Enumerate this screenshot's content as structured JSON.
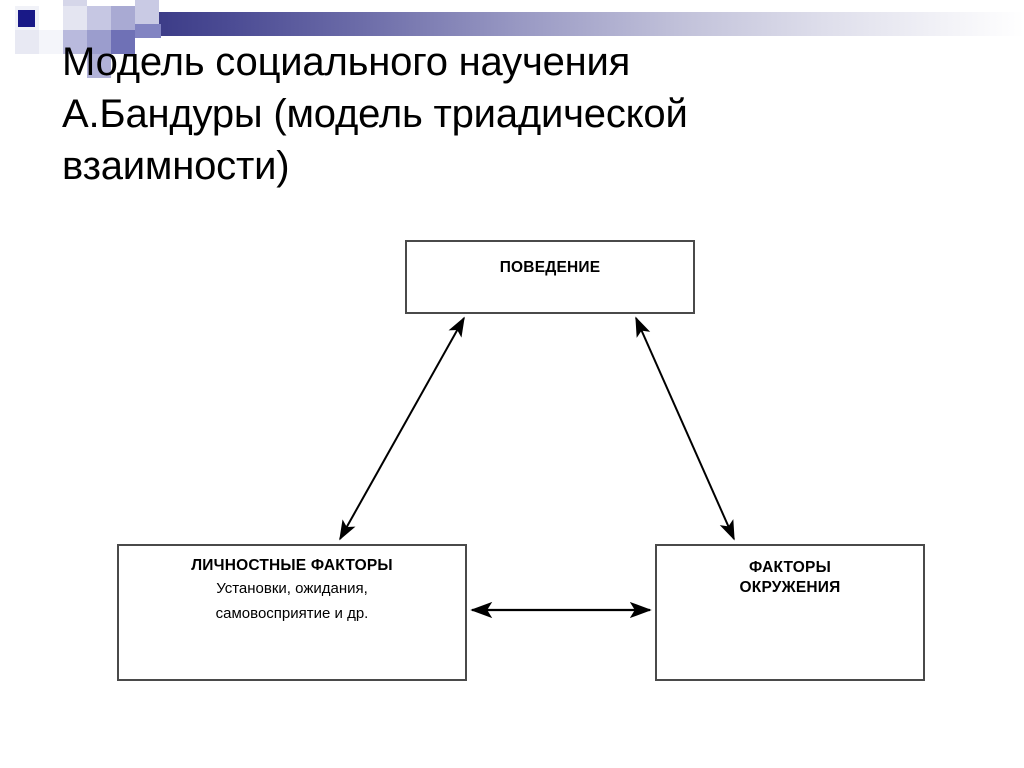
{
  "slide": {
    "title_lines": [
      "Модель социального научения",
      "А.Бандуры (модель триадической",
      "взаимности)"
    ],
    "background_color": "#ffffff",
    "header": {
      "accent_color": "#191987",
      "gradient_from": "#1b1b74",
      "gradient_to": "#ffffff"
    }
  },
  "diagram": {
    "type": "triadic-reciprocal-determinism",
    "nodes": [
      {
        "id": "behavior",
        "heading": "ПОВЕДЕНИЕ",
        "lines": []
      },
      {
        "id": "personal",
        "heading": "ЛИЧНОСТНЫЕ ФАКТОРЫ",
        "lines": [
          "Установки, ожидания,",
          "самовосприятие и др."
        ]
      },
      {
        "id": "environment",
        "heading_line_1": "ФАКТОРЫ",
        "heading_line_2": "ОКРУЖЕНИЯ",
        "lines": []
      }
    ],
    "edges": [
      {
        "id": "behavior-personal",
        "from": "behavior",
        "to": "personal",
        "style": "double-arrow"
      },
      {
        "id": "behavior-environment",
        "from": "behavior",
        "to": "environment",
        "style": "double-arrow"
      },
      {
        "id": "personal-environment",
        "from": "personal",
        "to": "environment",
        "style": "double-arrow"
      }
    ],
    "stroke_color": "#000000",
    "box_border_color": "#4a4a4a"
  }
}
